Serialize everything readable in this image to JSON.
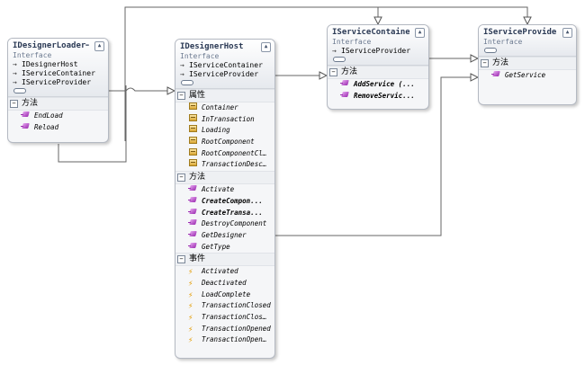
{
  "diagram": {
    "boxes": {
      "loader": {
        "title": "IDesignerLoader⋯",
        "stereotype": "Interface",
        "interfaces": [
          "IDesignerHost",
          "IServiceContainer",
          "IServiceProvider"
        ],
        "sections": [
          {
            "label": "方法",
            "icon": "method",
            "members": [
              {
                "name": "EndLoad"
              },
              {
                "name": "Reload"
              }
            ]
          }
        ]
      },
      "host": {
        "title": "IDesignerHost",
        "stereotype": "Interface",
        "interfaces": [
          "IServiceContainer",
          "IServiceProvider"
        ],
        "sections": [
          {
            "label": "属性",
            "icon": "prop",
            "members": [
              {
                "name": "Container"
              },
              {
                "name": "InTransaction"
              },
              {
                "name": "Loading"
              },
              {
                "name": "RootComponent"
              },
              {
                "name": "RootComponentCl…"
              },
              {
                "name": "TransactionDesc…"
              }
            ]
          },
          {
            "label": "方法",
            "icon": "method",
            "members": [
              {
                "name": "Activate"
              },
              {
                "name": "CreateCompon...",
                "bold": true
              },
              {
                "name": "CreateTransa...",
                "bold": true
              },
              {
                "name": "DestroyComponent"
              },
              {
                "name": "GetDesigner"
              },
              {
                "name": "GetType"
              }
            ]
          },
          {
            "label": "事件",
            "icon": "event",
            "members": [
              {
                "name": "Activated"
              },
              {
                "name": "Deactivated"
              },
              {
                "name": "LoadComplete"
              },
              {
                "name": "TransactionClosed"
              },
              {
                "name": "TransactionClos…"
              },
              {
                "name": "TransactionOpened"
              },
              {
                "name": "TransactionOpen…"
              }
            ]
          }
        ]
      },
      "container": {
        "title": "IServiceContainer",
        "stereotype": "Interface",
        "interfaces": [
          "IServiceProvider"
        ],
        "sections": [
          {
            "label": "方法",
            "icon": "method",
            "members": [
              {
                "name": "AddService (...",
                "bold": true
              },
              {
                "name": "RemoveServic...",
                "bold": true
              }
            ]
          }
        ]
      },
      "provider": {
        "title": "IServiceProvider",
        "stereotype": "Interface",
        "interfaces": [],
        "sections": [
          {
            "label": "方法",
            "icon": "method",
            "members": [
              {
                "name": "GetService"
              }
            ]
          }
        ]
      }
    },
    "edges": [
      {
        "from": "loader",
        "to": "host",
        "kind": "inherits"
      },
      {
        "from": "loader",
        "to": "container",
        "kind": "inherits"
      },
      {
        "from": "loader",
        "to": "provider",
        "kind": "inherits"
      },
      {
        "from": "host",
        "to": "container",
        "kind": "inherits"
      },
      {
        "from": "host",
        "to": "provider",
        "kind": "inherits"
      },
      {
        "from": "container",
        "to": "provider",
        "kind": "inherits"
      }
    ]
  }
}
